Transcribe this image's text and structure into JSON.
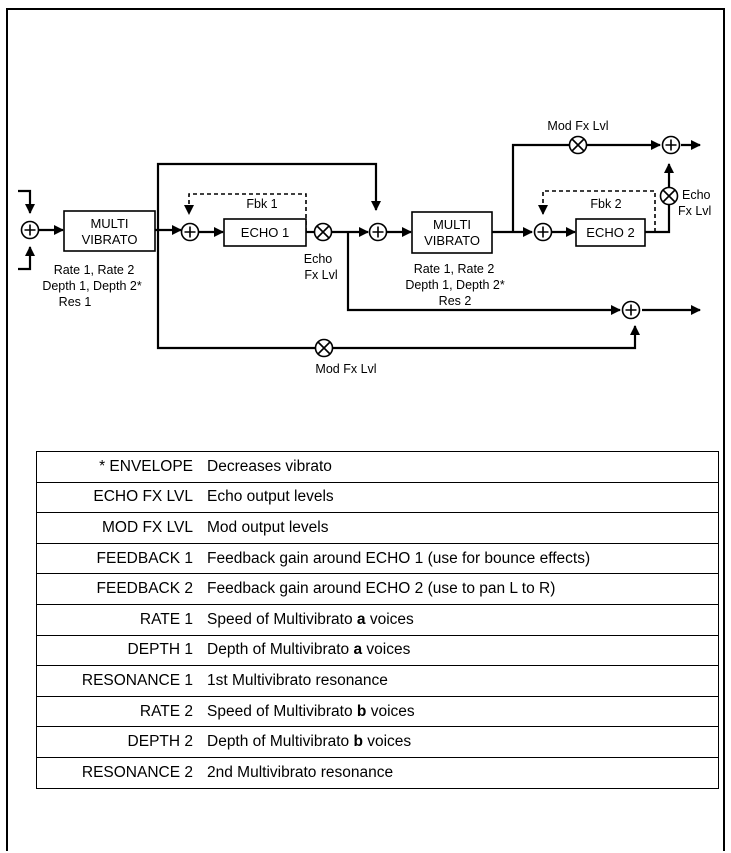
{
  "diagram": {
    "blocks": {
      "multi_vibrato_1": [
        "MULTI",
        "VIBRATO"
      ],
      "echo_1": "ECHO 1",
      "multi_vibrato_2": [
        "MULTI",
        "VIBRATO"
      ],
      "echo_2": "ECHO 2"
    },
    "labels": {
      "fbk_1": "Fbk 1",
      "fbk_2": "Fbk 2",
      "echo_fx_lvl_1": [
        "Echo",
        "Fx Lvl"
      ],
      "echo_fx_lvl_2": [
        "Echo",
        "Fx Lvl"
      ],
      "mod_fx_lvl_top": "Mod Fx Lvl",
      "mod_fx_lvl_bottom": "Mod Fx Lvl",
      "params_1": [
        "Rate 1, Rate 2",
        "Depth 1, Depth 2*",
        "Res 1"
      ],
      "params_2": [
        "Rate 1, Rate 2",
        "Depth 1, Depth 2*",
        "Res 2"
      ]
    }
  },
  "legend": [
    {
      "term": "* ENVELOPE",
      "desc": [
        {
          "t": "Decreases vibrato",
          "b": false
        }
      ]
    },
    {
      "term": "ECHO FX LVL",
      "desc": [
        {
          "t": "Echo output levels",
          "b": false
        }
      ]
    },
    {
      "term": "MOD FX LVL",
      "desc": [
        {
          "t": "Mod output levels",
          "b": false
        }
      ]
    },
    {
      "term": "FEEDBACK 1",
      "desc": [
        {
          "t": "Feedback gain around ECHO 1 (use for bounce effects)",
          "b": false
        }
      ]
    },
    {
      "term": "FEEDBACK 2",
      "desc": [
        {
          "t": "Feedback gain around ECHO 2 (use to pan L to R)",
          "b": false
        }
      ]
    },
    {
      "term": "RATE 1",
      "desc": [
        {
          "t": "Speed of Multivibrato ",
          "b": false
        },
        {
          "t": "a",
          "b": true
        },
        {
          "t": " voices",
          "b": false
        }
      ]
    },
    {
      "term": "DEPTH 1",
      "desc": [
        {
          "t": "Depth of Multivibrato ",
          "b": false
        },
        {
          "t": "a",
          "b": true
        },
        {
          "t": " voices",
          "b": false
        }
      ]
    },
    {
      "term": "RESONANCE 1",
      "desc": [
        {
          "t": "1st Multivibrato resonance",
          "b": false
        }
      ]
    },
    {
      "term": "RATE 2",
      "desc": [
        {
          "t": "Speed of Multivibrato ",
          "b": false
        },
        {
          "t": "b",
          "b": true
        },
        {
          "t": " voices",
          "b": false
        }
      ]
    },
    {
      "term": "DEPTH 2",
      "desc": [
        {
          "t": "Depth of Multivibrato ",
          "b": false
        },
        {
          "t": "b",
          "b": true
        },
        {
          "t": " voices",
          "b": false
        }
      ]
    },
    {
      "term": "RESONANCE 2",
      "desc": [
        {
          "t": "2nd Multivibrato resonance",
          "b": false
        }
      ]
    }
  ]
}
